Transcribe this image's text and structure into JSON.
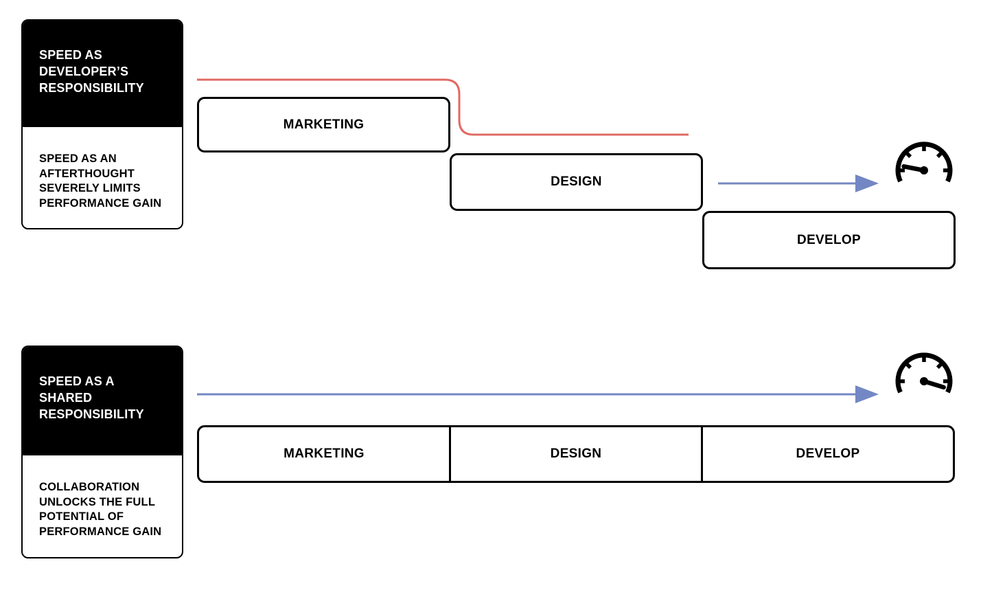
{
  "diagram": {
    "background": "#ffffff",
    "colors": {
      "handoff_line_red": "#e06a64",
      "arrow_blue": "#7387c4",
      "shape_black": "#000000"
    },
    "sections": [
      {
        "name": "speed-as-developers-responsibility",
        "card": {
          "title": "SPEED AS\nDEVELOPER’S\nRESPONSIBILITY",
          "subtitle": "SPEED AS AN\nAFTERTHOUGHT\nSEVERELY LIMITS\nPERFORMANCE GAIN"
        },
        "stages": [
          {
            "label": "MARKETING"
          },
          {
            "label": "DESIGN"
          },
          {
            "label": "DEVELOP"
          }
        ],
        "speedometer": "low"
      },
      {
        "name": "speed-as-a-shared-responsibility",
        "card": {
          "title": "SPEED AS A\nSHARED\nRESPONSIBILITY",
          "subtitle": "COLLABORATION\nUNLOCKS THE FULL\nPOTENTIAL OF\nPERFORMANCE GAIN"
        },
        "stages": [
          {
            "label": "MARKETING"
          },
          {
            "label": "DESIGN"
          },
          {
            "label": "DEVELOP"
          }
        ],
        "speedometer": "high"
      }
    ]
  }
}
